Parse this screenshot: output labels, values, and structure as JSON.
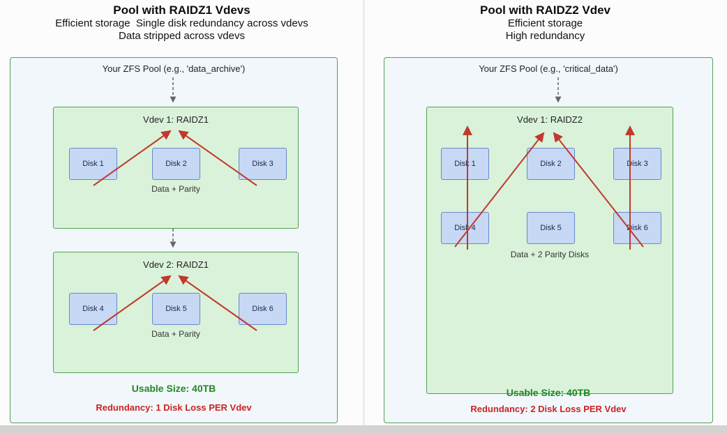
{
  "colors": {
    "pool_fill": "#f1f7fb",
    "pool_border": "#55a055",
    "vdev_fill": "#daf2da",
    "vdev_border": "#55a055",
    "disk_fill": "#c6d8f4",
    "disk_border": "#6688cc",
    "arrow_red": "#c0392b",
    "gray_arrow": "#666666",
    "usable_green": "#228822",
    "redundancy_red": "#cc2222"
  },
  "left_panel": {
    "title": "Pool with RAIDZ1 Vdevs",
    "subtitle_line1": "Efficient storage  Single disk redundancy across vdevs",
    "subtitle_line2": "Data stripped across vdevs",
    "pool_label": "Your ZFS Pool (e.g., 'data_archive')",
    "vdevs": [
      {
        "label": "Vdev 1: RAIDZ1",
        "disks": [
          "Disk 1",
          "Disk 2",
          "Disk 3"
        ],
        "note": "Data + Parity"
      },
      {
        "label": "Vdev 2: RAIDZ1",
        "disks": [
          "Disk 4",
          "Disk 5",
          "Disk 6"
        ],
        "note": "Data + Parity"
      }
    ],
    "usable_size": "Usable Size: 40TB",
    "redundancy": "Redundancy: 1 Disk Loss PER Vdev"
  },
  "right_panel": {
    "title": "Pool with RAIDZ2 Vdev",
    "subtitle_line1": "Efficient storage",
    "subtitle_line2": "High redundancy",
    "pool_label": "Your ZFS Pool (e.g., 'critical_data')",
    "vdev": {
      "label": "Vdev 1: RAIDZ2",
      "disks": [
        "Disk 1",
        "Disk 2",
        "Disk 3",
        "Disk 4",
        "Disk 5",
        "Disk 6"
      ],
      "note": "Data + 2 Parity Disks"
    },
    "usable_size": "Usable Size: 40TB",
    "redundancy": "Redundancy: 2 Disk Loss PER Vdev"
  }
}
